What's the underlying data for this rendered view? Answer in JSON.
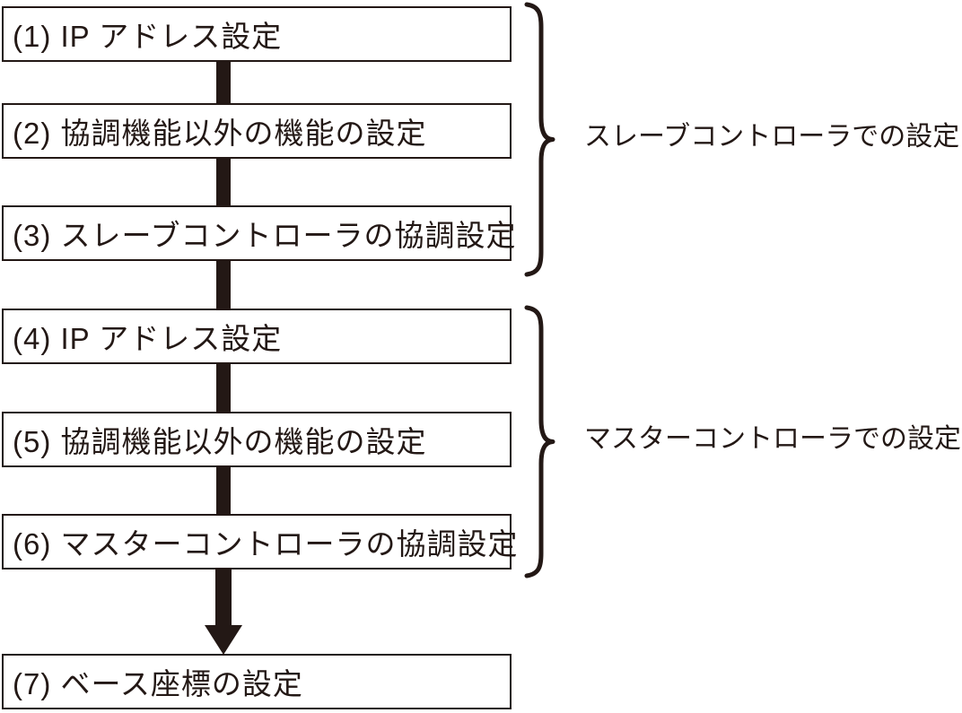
{
  "page": {
    "background": "#ffffff",
    "ink_color": "#231815"
  },
  "flow": {
    "steps": [
      "(1) IP アドレス設定",
      "(2) 協調機能以外の機能の設定",
      "(3) スレーブコントローラの協調設定",
      "(4) IP アドレス設定",
      "(5) 協調機能以外の機能の設定",
      "(6) マスターコントローラの協調設定",
      "(7) ベース座標の設定"
    ],
    "groups": [
      {
        "label": "スレーブコントローラでの設定"
      },
      {
        "label": "マスターコントローラでの設定"
      }
    ]
  }
}
